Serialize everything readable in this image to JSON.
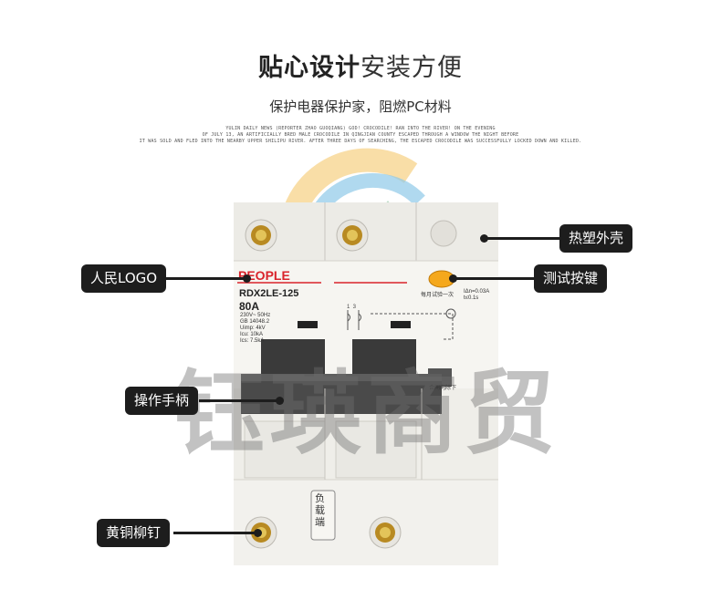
{
  "header": {
    "title_bold": "贴心设计",
    "title_light": "安装方便",
    "subtitle": "保护电器保护家，阻燃PC材料",
    "fineprint": [
      "YULIN DAILY NEWS (REPORTER ZHAO GUOQIANG) GOD! CROCODILE! RAN INTO THE RIVER! ON THE EVENING",
      "OF JULY 13, AN ARTIFICIALLY BRED MALE CROCODILE IN QINGJIAN COUNTY ESCAPED THROUGH A WINDOW THE NIGHT BEFORE",
      "IT WAS SOLD AND FLED INTO THE NEARBY UPPER SHILIPU RIVER. AFTER THREE DAYS OF SEARCHING, THE ESCAPED CROCODILE WAS SUCCESSFULLY LOCKED DOWN AND KILLED."
    ]
  },
  "watermark": {
    "text": "钰瑛商贸",
    "icon": "mountain-sun-logo-icon"
  },
  "breaker": {
    "brand": "PEOPLE",
    "model": "RDX2LE-125",
    "rating": "80A",
    "specs": [
      "230V~ 50Hz",
      "GB 14048.2",
      "Uimp: 4kV",
      "Icu: 10kA",
      "Ics: 7.5kA"
    ],
    "test_label": "每月试验一次",
    "leakage_line1": "IΔn=0.03A",
    "leakage_line2": "t≤0.1s",
    "terminals_top": "1  3",
    "close_label": "合闸向除下",
    "load_label": "负载端",
    "colors": {
      "brand_red": "#d9232b",
      "test_button": "#f5a81c",
      "body": "#f4f3ef"
    }
  },
  "callouts": {
    "shell": "热塑外壳",
    "logo": "人民LOGO",
    "test_button": "测试按键",
    "handle": "操作手柄",
    "rivet": "黄铜柳钉"
  }
}
